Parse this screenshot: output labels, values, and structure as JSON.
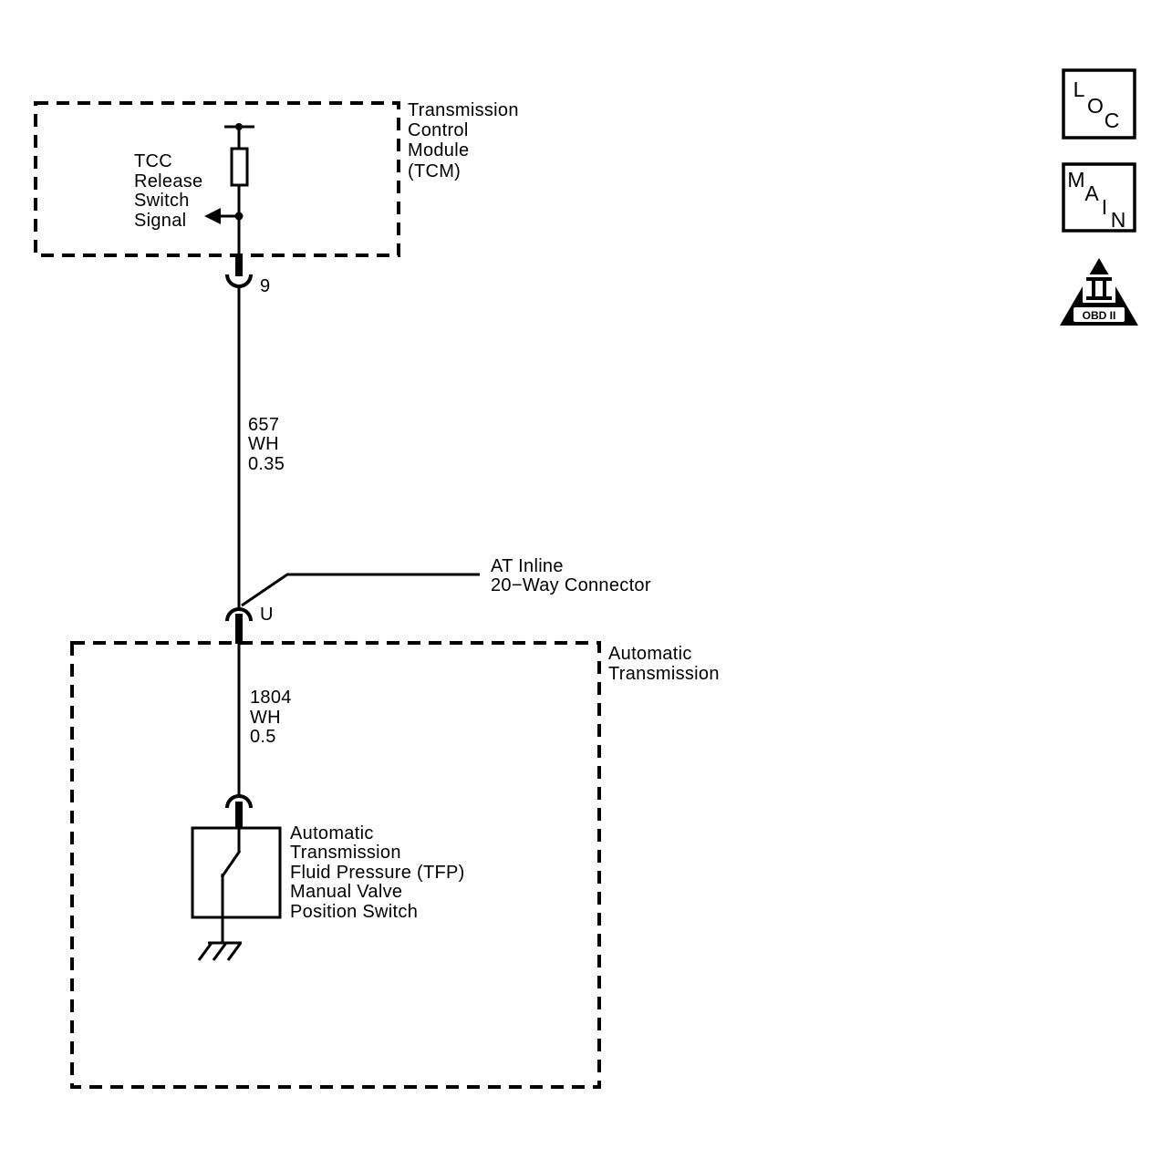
{
  "diagram": {
    "tcm": {
      "label_lines": [
        "Transmission",
        "Control",
        "Module",
        "(TCM)"
      ],
      "signal_lines": [
        "TCC",
        "Release",
        "Switch",
        "Signal"
      ],
      "pin": "9"
    },
    "wire_upper": {
      "circuit": "657",
      "color": "WH",
      "size": "0.35"
    },
    "inline_connector": {
      "label_lines": [
        "AT Inline",
        "20−Way Connector"
      ],
      "pin": "U"
    },
    "transmission": {
      "label_lines": [
        "Automatic",
        "Transmission"
      ]
    },
    "wire_lower": {
      "circuit": "1804",
      "color": "WH",
      "size": "0.5"
    },
    "tfp_switch": {
      "label_lines": [
        "Automatic",
        "Transmission",
        "Fluid Pressure (TFP)",
        "Manual Valve",
        "Position Switch"
      ]
    }
  },
  "nav_icons": {
    "loc": {
      "letters": [
        "L",
        "O",
        "C"
      ]
    },
    "main": {
      "letters": [
        "M",
        "A",
        "I",
        "N"
      ]
    },
    "obd": {
      "label": "OBD II"
    }
  },
  "colors": {
    "ink": "#000000",
    "background": "#ffffff"
  }
}
